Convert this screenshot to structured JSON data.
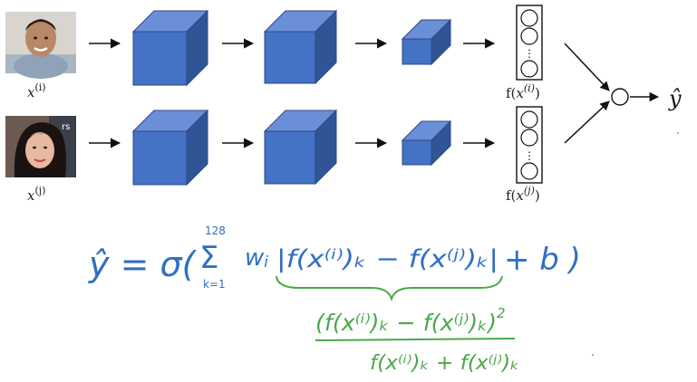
{
  "inputs": {
    "top_label": "x(i)",
    "top_label_base": "x",
    "top_label_sup": "(i)",
    "bottom_label": "x(j)",
    "bottom_label_base": "x",
    "bottom_label_sup": "(j)"
  },
  "encodings": {
    "top": "f(x(i))",
    "top_prefix": "f(",
    "top_arg": "x",
    "top_sup": "(i)",
    "top_suffix": ")",
    "bottom": "f(x(j))",
    "bottom_prefix": "f(",
    "bottom_arg": "x",
    "bottom_sup": "(j)",
    "bottom_suffix": ")",
    "vector_dots": "⋮"
  },
  "output": {
    "label": "ŷ"
  },
  "photo_badge": "rs",
  "handwriting": {
    "main_formula": "ŷ = σ( Σ_{k=1}^{128} w_i | f(x^(i))_k − f(x^(j))_k | + b )",
    "lhs": "ŷ = σ(",
    "sum_sign": "Σ",
    "sum_upper": "128",
    "sum_lower": "k=1",
    "weight": "w",
    "weight_sub": "i",
    "abs_term": "|f(x⁽ⁱ⁾)ₖ − f(x⁽ʲ⁾)ₖ|",
    "bias": "+ b )",
    "alt_formula": "(f(x^(i))_k − f(x^(j))_k)^2 / (f(x^(i))_k + f(x^(j))_k)",
    "numerator": "(f(x⁽ⁱ⁾)ₖ − f(x⁽ʲ⁾)ₖ)",
    "numerator_exp": "2",
    "denominator": "f(x⁽ⁱ⁾)ₖ + f(x⁽ʲ⁾)ₖ"
  },
  "colors": {
    "cube_front": "#4472c4",
    "cube_top": "#6a8fd6",
    "cube_side": "#2f5597",
    "cube_edge": "#2b4a84",
    "ink_blue": "#3070c0",
    "ink_green": "#4aa84a",
    "arrow": "#111111"
  }
}
